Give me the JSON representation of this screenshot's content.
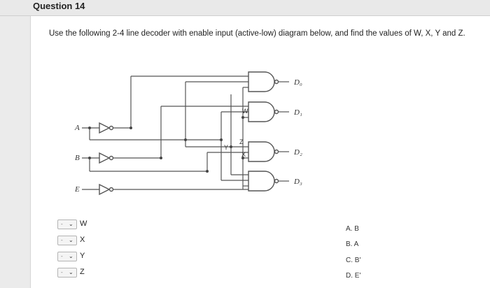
{
  "question": {
    "title": "Question 14",
    "prompt": "Use the following 2-4 line decoder with enable input (active-low) diagram below, and find the values of W, X, Y and Z."
  },
  "diagram": {
    "inputs": [
      "A",
      "B",
      "E"
    ],
    "outputs": [
      "D₀",
      "D₁",
      "D₂",
      "D₃"
    ],
    "unknown_tags": [
      "W",
      "Z",
      "Y",
      "X"
    ]
  },
  "answers": {
    "selects": [
      {
        "var": "W",
        "value": "-"
      },
      {
        "var": "X",
        "value": "-"
      },
      {
        "var": "Y",
        "value": "-"
      },
      {
        "var": "Z",
        "value": "-"
      }
    ],
    "options": [
      "A. B",
      "B. A",
      "C. B'",
      "D. E'"
    ]
  }
}
